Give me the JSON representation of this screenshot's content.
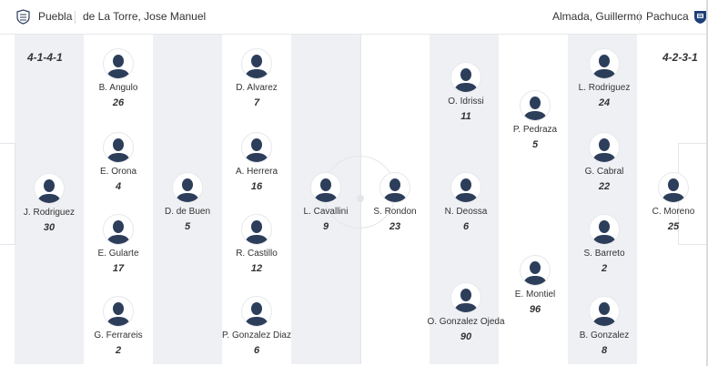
{
  "header": {
    "home_team": "Puebla",
    "home_coach": "de La Torre, Jose Manuel",
    "away_coach": "Almada, Guillermo",
    "away_team": "Pachuca"
  },
  "home": {
    "formation": "4-1-4-1",
    "players": [
      {
        "name": "J. Rodriguez",
        "number": "30"
      },
      {
        "name": "B. Angulo",
        "number": "26"
      },
      {
        "name": "E. Orona",
        "number": "4"
      },
      {
        "name": "E. Gularte",
        "number": "17"
      },
      {
        "name": "G. Ferrareis",
        "number": "2"
      },
      {
        "name": "D. de Buen",
        "number": "5"
      },
      {
        "name": "D. Alvarez",
        "number": "7"
      },
      {
        "name": "A. Herrera",
        "number": "16"
      },
      {
        "name": "R. Castillo",
        "number": "12"
      },
      {
        "name": "P. Gonzalez Diaz",
        "number": "6"
      },
      {
        "name": "L. Cavallini",
        "number": "9"
      }
    ]
  },
  "away": {
    "formation": "4-2-3-1",
    "players": [
      {
        "name": "S. Rondon",
        "number": "23"
      },
      {
        "name": "O. Idrissi",
        "number": "11"
      },
      {
        "name": "N. Deossa",
        "number": "6"
      },
      {
        "name": "O. Gonzalez Ojeda",
        "number": "90"
      },
      {
        "name": "P. Pedraza",
        "number": "5"
      },
      {
        "name": "E. Montiel",
        "number": "96"
      },
      {
        "name": "L. Rodriguez",
        "number": "24"
      },
      {
        "name": "G. Cabral",
        "number": "22"
      },
      {
        "name": "S. Barreto",
        "number": "2"
      },
      {
        "name": "B. Gonzalez",
        "number": "8"
      },
      {
        "name": "C. Moreno",
        "number": "25"
      }
    ]
  },
  "colors": {
    "stripe": "#eef0f3",
    "text": "#333333",
    "silhouette": "#2d3e5b"
  }
}
